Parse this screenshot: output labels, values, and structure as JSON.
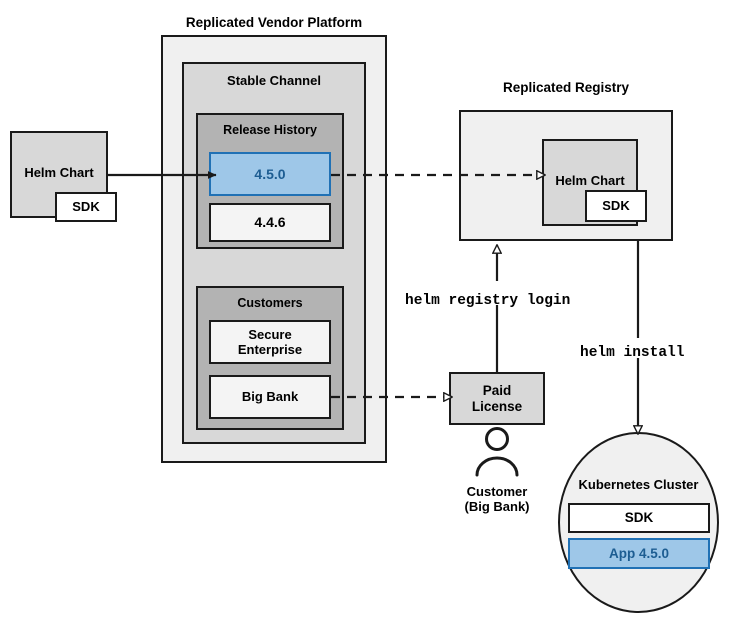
{
  "diagram": {
    "title": "Replicated Vendor Platform Helm distribution flow",
    "colors": {
      "accent_blue_fill": "#9ec7e8",
      "accent_blue_border": "#2071b5",
      "accent_blue_text": "#1d5d92",
      "platform_fill": "#f0f0f0",
      "channel_fill": "#d8d8d8",
      "group_fill": "#b3b3b3",
      "leaf_fill": "#f4f4f4",
      "stroke": "#1a1a1a"
    }
  },
  "source_chart": {
    "title": "Helm Chart",
    "sdk_label": "SDK"
  },
  "platform": {
    "title": "Replicated Vendor Platform",
    "channel": {
      "title": "Stable Channel",
      "release_history": {
        "title": "Release History",
        "releases": [
          {
            "version": "4.5.0",
            "state": "active"
          },
          {
            "version": "4.4.6",
            "state": "previous"
          }
        ]
      },
      "customers": {
        "title": "Customers",
        "entries": [
          {
            "name": "Secure\nEnterprise"
          },
          {
            "name": "Big Bank"
          }
        ]
      }
    }
  },
  "registry": {
    "title": "Replicated Registry",
    "chart": {
      "title": "Helm Chart",
      "sdk_label": "SDK"
    }
  },
  "license": {
    "title": "Paid\nLicense"
  },
  "customer": {
    "label": "Customer\n(Big Bank)",
    "icon": "person-icon"
  },
  "cluster": {
    "title": "Kubernetes Cluster",
    "workloads": [
      {
        "label": "SDK",
        "state": "plain"
      },
      {
        "label": "App 4.5.0",
        "state": "active"
      }
    ]
  },
  "commands": {
    "registry_login": "helm registry login",
    "install": "helm install"
  }
}
